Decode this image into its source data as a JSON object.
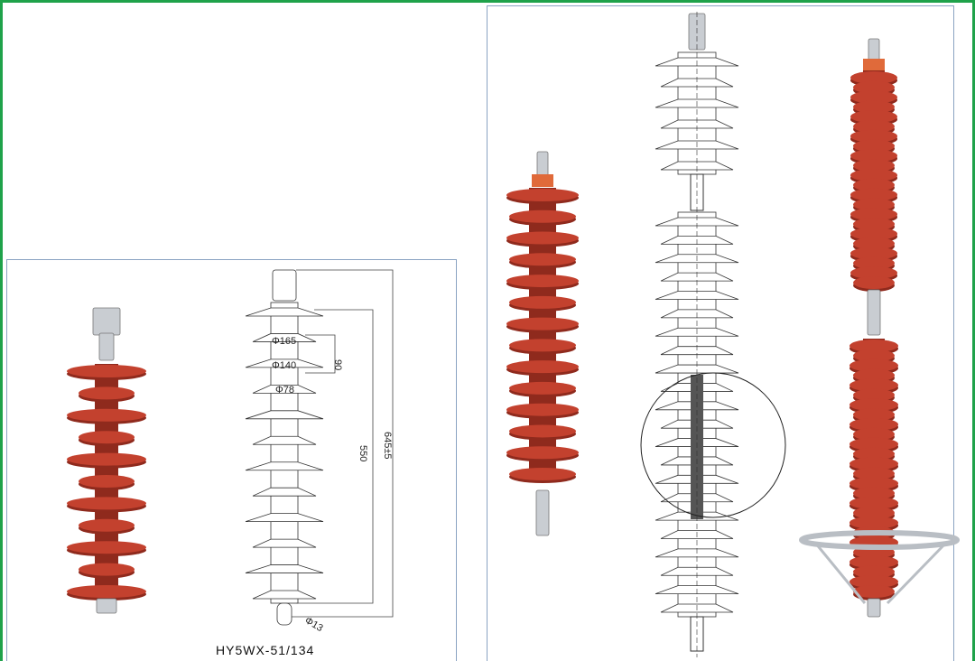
{
  "model": "HY5WX-51/134",
  "dimensions": {
    "shed_large": "Φ165",
    "shed_small": "Φ140",
    "core": "Φ78",
    "shed_pitch": "90",
    "insulated_length": "550",
    "total_length": "645±5",
    "hole": "Φ13"
  },
  "colors": {
    "frame": "#1fa24a",
    "panel_border": "#8aa3c2",
    "rubber": "#c3412e",
    "rubber_dark": "#8f2a1d",
    "metal": "#c9cdd2"
  }
}
